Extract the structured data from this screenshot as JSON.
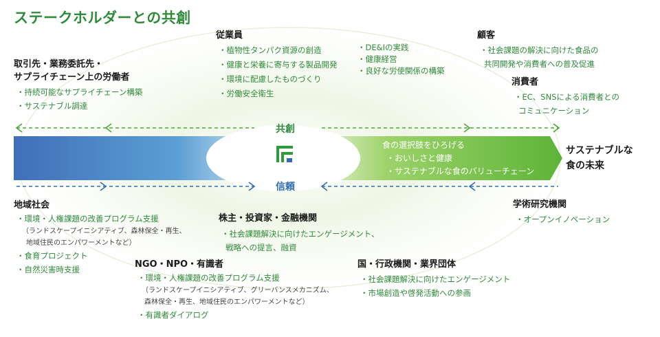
{
  "title": "ステークホルダーとの共創",
  "center": {
    "kyoso": "共創",
    "shinrai": "信頼"
  },
  "bar": {
    "heading": "食の選択肢をひろげる",
    "items": [
      "・おいしさと健康",
      "・サステナブルな食のバリューチェーン"
    ]
  },
  "future": [
    "サステナブルな",
    "食の未来"
  ],
  "stakeholders": {
    "suppliers": {
      "heading": [
        "取引先・業務委託先・",
        "サプライチェーン上の労働者"
      ],
      "items": [
        "・持続可能なサプライチェーン構築",
        "・サステナブル調達"
      ]
    },
    "employees": {
      "heading": "従業員",
      "items_left": [
        "・植物性タンパク資源の創造",
        "・健康と栄養に寄与する製品開発",
        "・環境に配慮したものづくり",
        "・労働安全衛生"
      ],
      "items_right": [
        "・DE&Iの実践",
        "・健康経営",
        "・良好な労使関係の構築"
      ]
    },
    "customers": {
      "heading": "顧客",
      "items": [
        "・社会課題の解決に向けた食品の",
        "共同開発や消費者への普及促進"
      ]
    },
    "consumers": {
      "heading": "消費者",
      "items": [
        "・EC、SNSによる消費者との",
        "コミュニケーション"
      ]
    },
    "community": {
      "heading": "地域社会",
      "item1": "・環境・人権課題の改善プログラム支援",
      "sub1": [
        "（ランドスケープイニシアティブ、森林保全・再生、",
        "地域住民のエンパワーメントなど）"
      ],
      "items_rest": [
        "・食育プロジェクト",
        "・自然災害時支援"
      ]
    },
    "shareholders": {
      "heading": "株主・投資家・金融機関",
      "items": [
        "・社会課題解決に向けたエンゲージメント、",
        "戦略への提言、融資"
      ]
    },
    "ngo": {
      "heading": "NGO・NPO・有識者",
      "item1": "・環境・人権課題の改善プログラム支援",
      "sub1": [
        "（ランドスケープイニシアティブ、グリーバンスメカニズム、",
        "森林保全・再生、地域住民のエンパワーメントなど）"
      ],
      "item2": "・有識者ダイアログ"
    },
    "government": {
      "heading": "国・行政機関・業界団体",
      "items": [
        "・社会課題解決に向けたエンゲージメント",
        "・市場創造や啓発活動への参画"
      ]
    },
    "academia": {
      "heading": "学術研究機関",
      "items": [
        "・オープンイノベーション"
      ]
    }
  },
  "colors": {
    "green": "#2f8a3a",
    "blue": "#2f6db5",
    "bar_blue": "#3f6fb8",
    "bar_green": "#5cb437"
  }
}
